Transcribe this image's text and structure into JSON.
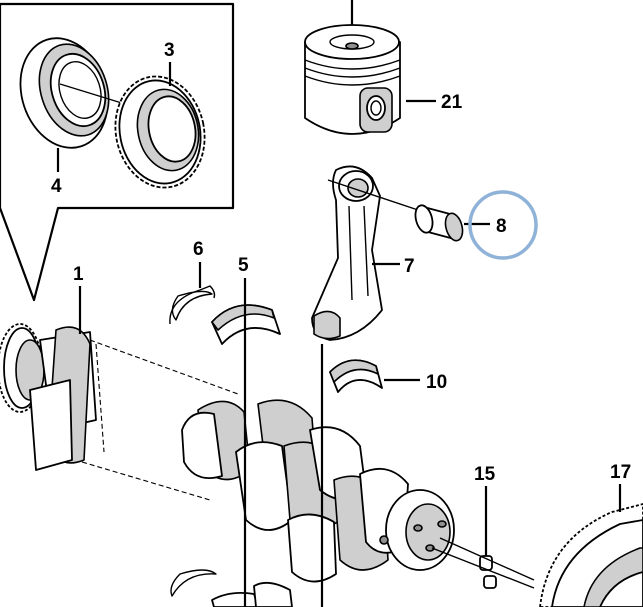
{
  "callouts": {
    "c1": "1",
    "c3": "3",
    "c4": "4",
    "c5": "5",
    "c6": "6",
    "c7": "7",
    "c8": "8",
    "c10": "10",
    "c15": "15",
    "c17": "17",
    "c21": "21"
  },
  "highlight": {
    "part": "8",
    "color": "#8fb2d8"
  }
}
